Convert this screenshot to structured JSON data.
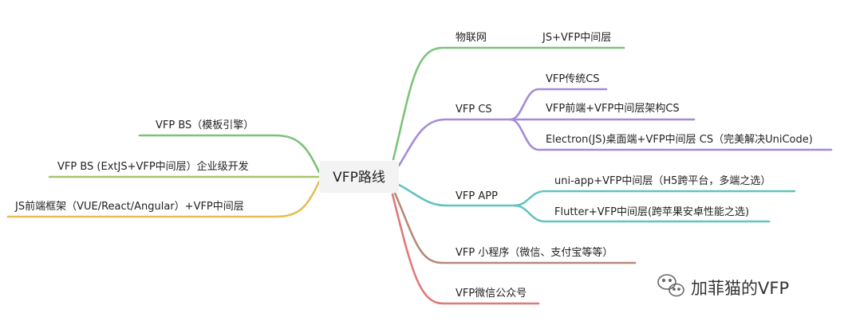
{
  "center": {
    "label": "VFP路线"
  },
  "left_branches": [
    {
      "label": "VFP BS（模板引擎）",
      "color": "#7cc27a"
    },
    {
      "label": "VFP BS (ExtJS+VFP中间层）企业级开发",
      "color": "#a9c46a"
    },
    {
      "label": "JS前端框架（VUE/React/Angular）+VFP中间层",
      "color": "#e2c056"
    }
  ],
  "right_branches": [
    {
      "label": "物联网",
      "color": "#7cc27a",
      "children": [
        {
          "label": "JS+VFP中间层"
        }
      ]
    },
    {
      "label": "VFP CS",
      "color": "#a48bd8",
      "children": [
        {
          "label": "VFP传统CS"
        },
        {
          "label": "VFP前端+VFP中间层架构CS"
        },
        {
          "label": "Electron(JS)桌面端+VFP中间层 CS（完美解决UniCode)"
        }
      ]
    },
    {
      "label": "VFP APP",
      "color": "#63c3bf",
      "children": [
        {
          "label": "uni-app+VFP中间层（H5跨平台，多端之选）"
        },
        {
          "label": "Flutter+VFP中间层(跨苹果安卓性能之选)"
        }
      ]
    },
    {
      "label": "VFP 小程序（微信、支付宝等等）",
      "color": "#b48a78",
      "children": []
    },
    {
      "label": "VFP微信公众号",
      "color": "#dd7a78",
      "children": []
    }
  ],
  "watermark": {
    "text": "加菲猫的VFP",
    "icon": "wechat-icon"
  }
}
